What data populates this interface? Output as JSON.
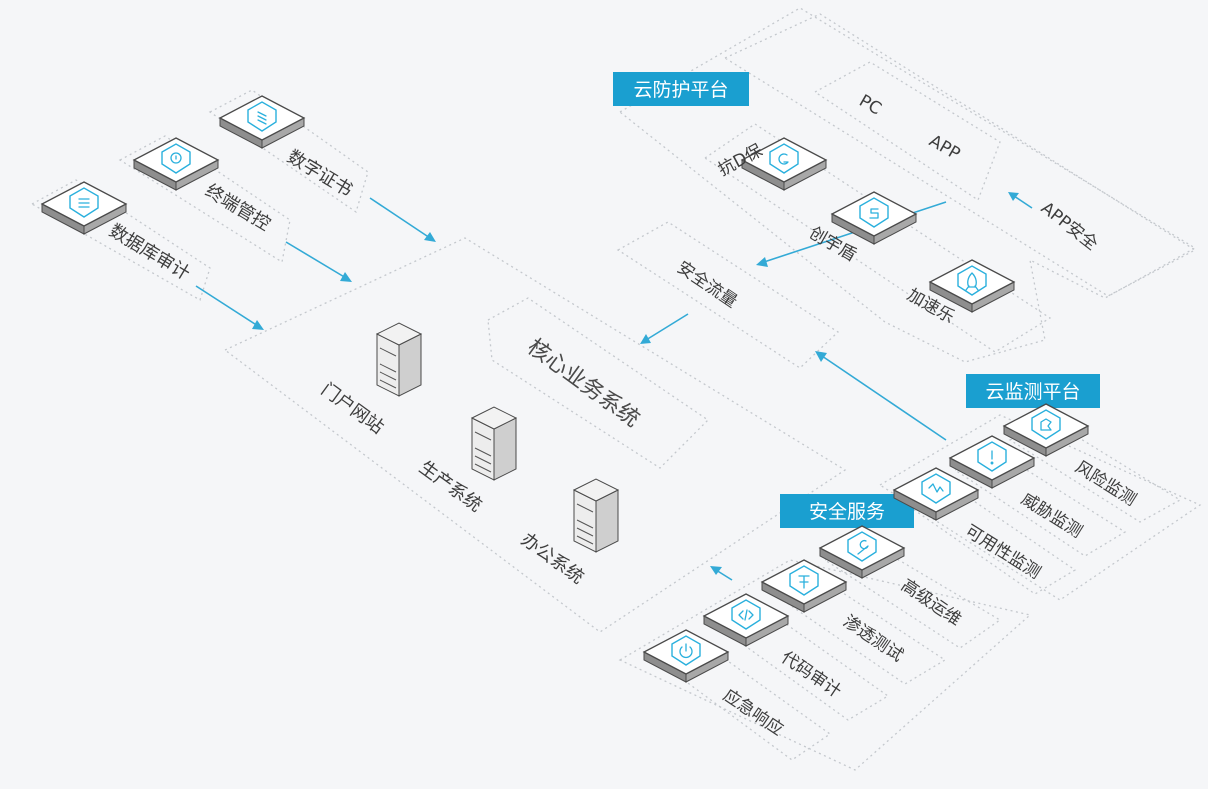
{
  "colors": {
    "accent": "#1a9fd0",
    "line": "#33aad6",
    "text": "#3d3d3d",
    "background": "#f5f6f8"
  },
  "badges": {
    "cloud_protection": "云防护平台",
    "cloud_monitoring": "云监测平台",
    "security_services": "安全服务"
  },
  "left_tools": [
    {
      "label": "数字证书",
      "icon": "certificate-icon"
    },
    {
      "label": "终端管控",
      "icon": "terminal-control-icon"
    },
    {
      "label": "数据库审计",
      "icon": "database-audit-icon"
    }
  ],
  "core": {
    "title": "核心业务系统",
    "servers": [
      {
        "label": "门户网站"
      },
      {
        "label": "生产系统"
      },
      {
        "label": "办公系统"
      }
    ]
  },
  "traffic": {
    "label": "安全流量"
  },
  "protection_tools": [
    {
      "label": "抗D保",
      "icon": "anti-ddos-icon"
    },
    {
      "label": "创宇盾",
      "icon": "chuangyu-shield-icon"
    },
    {
      "label": "加速乐",
      "icon": "rocket-icon"
    }
  ],
  "app_area": {
    "pc": "PC",
    "app": "APP",
    "app_security": "APP安全"
  },
  "monitoring_tools": [
    {
      "label": "风险监测",
      "icon": "risk-monitor-icon"
    },
    {
      "label": "威胁监测",
      "icon": "threat-monitor-icon"
    },
    {
      "label": "可用性监测",
      "icon": "availability-monitor-icon"
    }
  ],
  "service_tools": [
    {
      "label": "高级运维",
      "icon": "wrench-icon"
    },
    {
      "label": "渗透测试",
      "icon": "penetration-test-icon"
    },
    {
      "label": "代码审计",
      "icon": "code-audit-icon"
    },
    {
      "label": "应急响应",
      "icon": "emergency-response-icon"
    }
  ]
}
